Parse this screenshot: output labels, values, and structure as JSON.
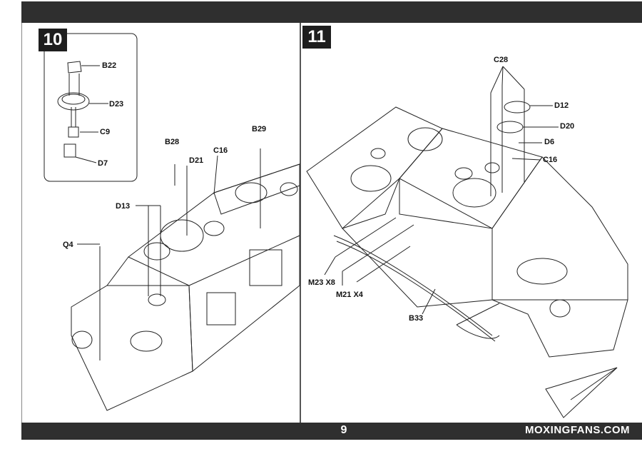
{
  "steps": {
    "step10": "10",
    "step11": "11"
  },
  "page_number": "9",
  "watermark": "MOXINGFANS.COM",
  "labels_step10": {
    "b22": "B22",
    "d23": "D23",
    "c9": "C9",
    "d7": "D7",
    "b28": "B28",
    "d21": "D21",
    "c16": "C16",
    "b29": "B29",
    "d13": "D13",
    "q4": "Q4"
  },
  "labels_step11": {
    "c28": "C28",
    "d12": "D12",
    "d20": "D20",
    "d6": "D6",
    "c16": "C16",
    "m23": "M23 X8",
    "m21": "M21 X4",
    "b33": "B33"
  }
}
